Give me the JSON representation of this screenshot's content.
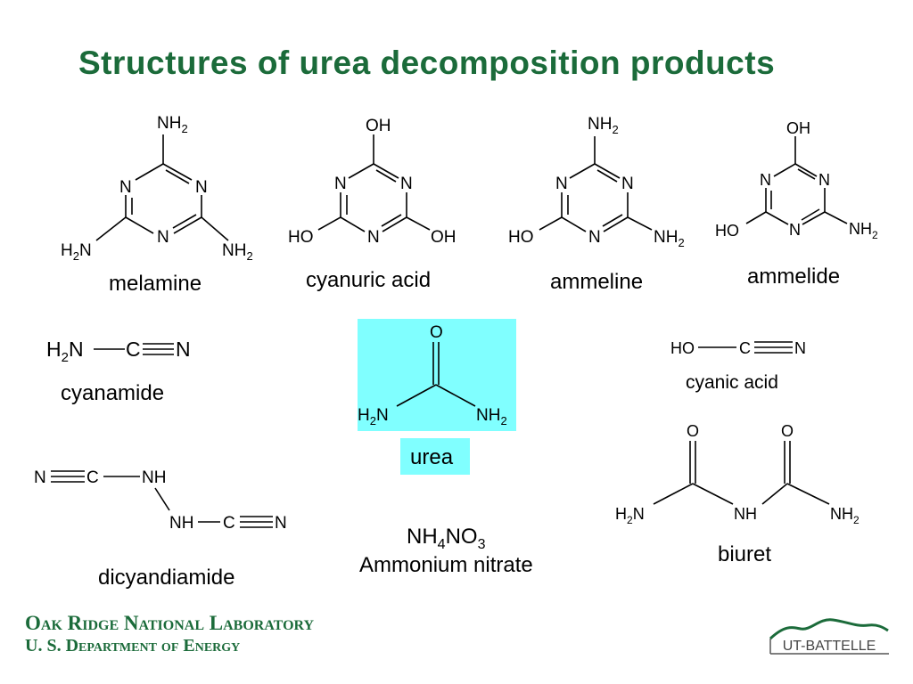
{
  "title": "Structures of urea decomposition products",
  "footer": {
    "line1": "Oak Ridge National Laboratory",
    "line2": "U. S. Department of Energy",
    "logo_text": "UT-BATTELLE"
  },
  "colors": {
    "title": "#1b6b3a",
    "urea_highlight": "#80ffff",
    "footer": "#1b6b3a"
  },
  "compounds": {
    "melamine": {
      "name": "melamine",
      "top": "NH2",
      "left": "H2N",
      "right": "NH2"
    },
    "cyanuric_acid": {
      "name": "cyanuric acid",
      "top": "OH",
      "left": "HO",
      "right": "OH"
    },
    "ammeline": {
      "name": "ammeline",
      "top": "NH2",
      "left": "HO",
      "right": "NH2"
    },
    "ammelide": {
      "name": "ammelide",
      "top": "OH",
      "left": "HO",
      "right": "NH2"
    },
    "cyanamide": {
      "name": "cyanamide",
      "formula": "H2N—C≡N"
    },
    "urea": {
      "name": "urea",
      "top": "O",
      "left": "H2N",
      "right": "NH2"
    },
    "cyanic_acid": {
      "name": "cyanic acid",
      "formula": "HO—C≡N"
    },
    "dicyandiamide": {
      "name": "dicyandiamide"
    },
    "ammonium_nitrate": {
      "name": "Ammonium nitrate",
      "formula": "NH4NO3"
    },
    "biuret": {
      "name": "biuret",
      "left": "H2N",
      "middle": "NH",
      "right": "NH2"
    }
  }
}
